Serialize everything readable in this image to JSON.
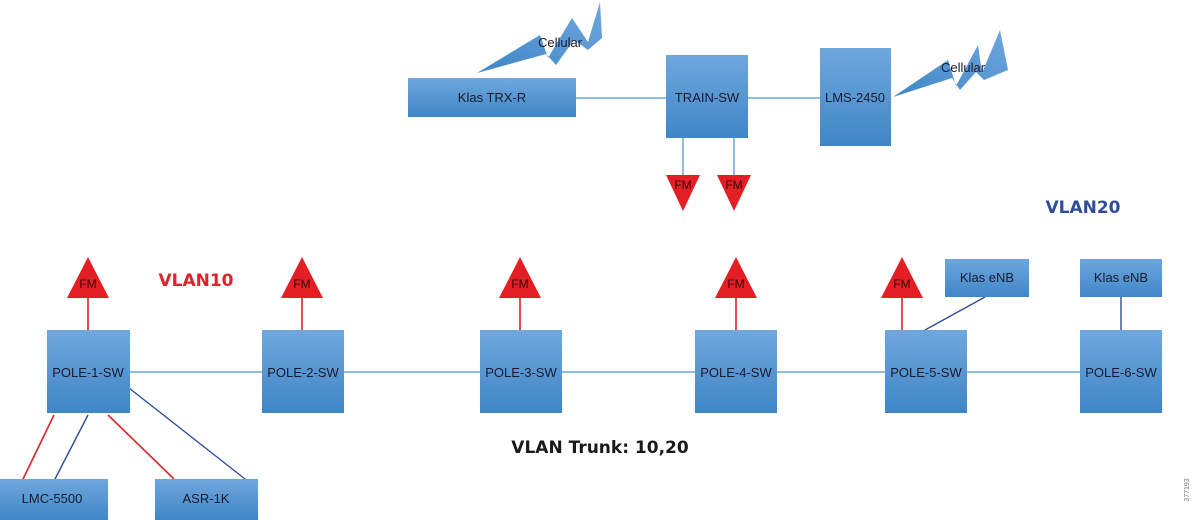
{
  "colors": {
    "box_top": "#6ea6dc",
    "box_bottom": "#3d85c6",
    "link": "#6fa8cf",
    "vlan10": "#d9252a",
    "vlan20": "#2f4d9a",
    "fm": "#e31e25"
  },
  "top": {
    "klas_trx": "Klas TRX-R",
    "train_sw": "TRAIN-SW",
    "lms": "LMS-2450",
    "cellular_1": "Cellular",
    "cellular_2": "Cellular",
    "fm_1": "FM",
    "fm_2": "FM"
  },
  "labels": {
    "vlan10": "VLAN10",
    "vlan20": "VLAN20",
    "trunk": "VLAN Trunk: 10,20",
    "figure_id": "377193"
  },
  "poles": [
    {
      "name": "POLE-1-SW",
      "fm": "FM"
    },
    {
      "name": "POLE-2-SW",
      "fm": "FM"
    },
    {
      "name": "POLE-3-SW",
      "fm": "FM"
    },
    {
      "name": "POLE-4-SW",
      "fm": "FM"
    },
    {
      "name": "POLE-5-SW",
      "fm": "FM"
    },
    {
      "name": "POLE-6-SW"
    }
  ],
  "enb": [
    "Klas eNB",
    "Klas eNB"
  ],
  "edge_devices": {
    "lmc": "LMC-5500",
    "asr": "ASR-1K"
  }
}
